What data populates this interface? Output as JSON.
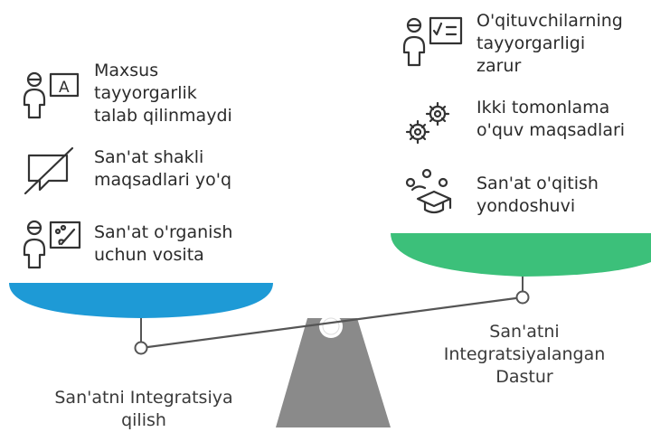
{
  "left_side": {
    "caption_lines": [
      "San'atni Integratsiya",
      "qilish"
    ],
    "items": [
      {
        "icon": "teacher-board-icon",
        "lines": [
          "Maxsus",
          "tayyorgarlik",
          "talab qilinmaydi"
        ]
      },
      {
        "icon": "crossed-message-icon",
        "lines": [
          "San'at shakli",
          "maqsadlari yo'q"
        ]
      },
      {
        "icon": "painter-palette-icon",
        "lines": [
          "San'at o'rganish",
          "uchun vosita"
        ]
      }
    ],
    "pan_color": "#1e9ad6"
  },
  "right_side": {
    "caption_lines": [
      "San'atni",
      "Integratsiyalangan",
      "Dastur"
    ],
    "items": [
      {
        "icon": "teacher-math-board-icon",
        "lines": [
          "O'qituvchilarning",
          "tayyorgarligi",
          "zarur"
        ]
      },
      {
        "icon": "gears-icon",
        "lines": [
          "Ikki tomonlama",
          "o'quv maqsadlari"
        ]
      },
      {
        "icon": "graduation-network-icon",
        "lines": [
          "San'at o'qitish",
          "yondoshuvi"
        ]
      }
    ],
    "pan_color": "#3cc07a"
  },
  "scale": {
    "beam_color": "#555555",
    "fulcrum_color": "#8a8a8a"
  }
}
